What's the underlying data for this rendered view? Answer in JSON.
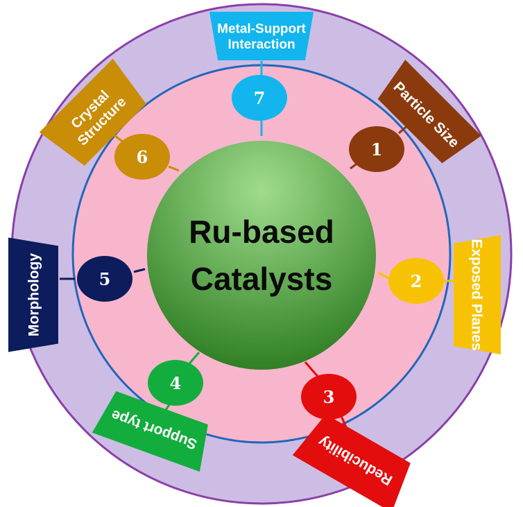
{
  "center": {
    "line1": "Ru-based",
    "line2": "Catalysts"
  },
  "colors": {
    "outer_ring": "#cdbde4",
    "outer_ring_stroke": "#8a3fa8",
    "inner_disc": "#f7b6cc",
    "inner_stroke": "#2266bb",
    "center_light": "#9fdc8c",
    "center_dark": "#2e7d22"
  },
  "factors": [
    {
      "number": "1",
      "label_lines": [
        "Particle Size"
      ],
      "color": "#8b3a0e",
      "icon": "number-badge"
    },
    {
      "number": "2",
      "label_lines": [
        "Exposed Planes"
      ],
      "color": "#f7c203",
      "icon": "number-badge"
    },
    {
      "number": "3",
      "label_lines": [
        "Reducibility"
      ],
      "color": "#e30d0d",
      "icon": "number-badge"
    },
    {
      "number": "4",
      "label_lines": [
        "Support type"
      ],
      "color": "#12ad3d",
      "icon": "number-badge"
    },
    {
      "number": "5",
      "label_lines": [
        "Morphology"
      ],
      "color": "#0c1c5c",
      "icon": "number-badge"
    },
    {
      "number": "6",
      "label_lines": [
        "Crystal",
        "Structure"
      ],
      "color": "#c98d08",
      "icon": "number-badge"
    },
    {
      "number": "7",
      "label_lines": [
        "Metal-Support",
        "Interaction"
      ],
      "color": "#12b5ee",
      "icon": "number-badge"
    }
  ]
}
